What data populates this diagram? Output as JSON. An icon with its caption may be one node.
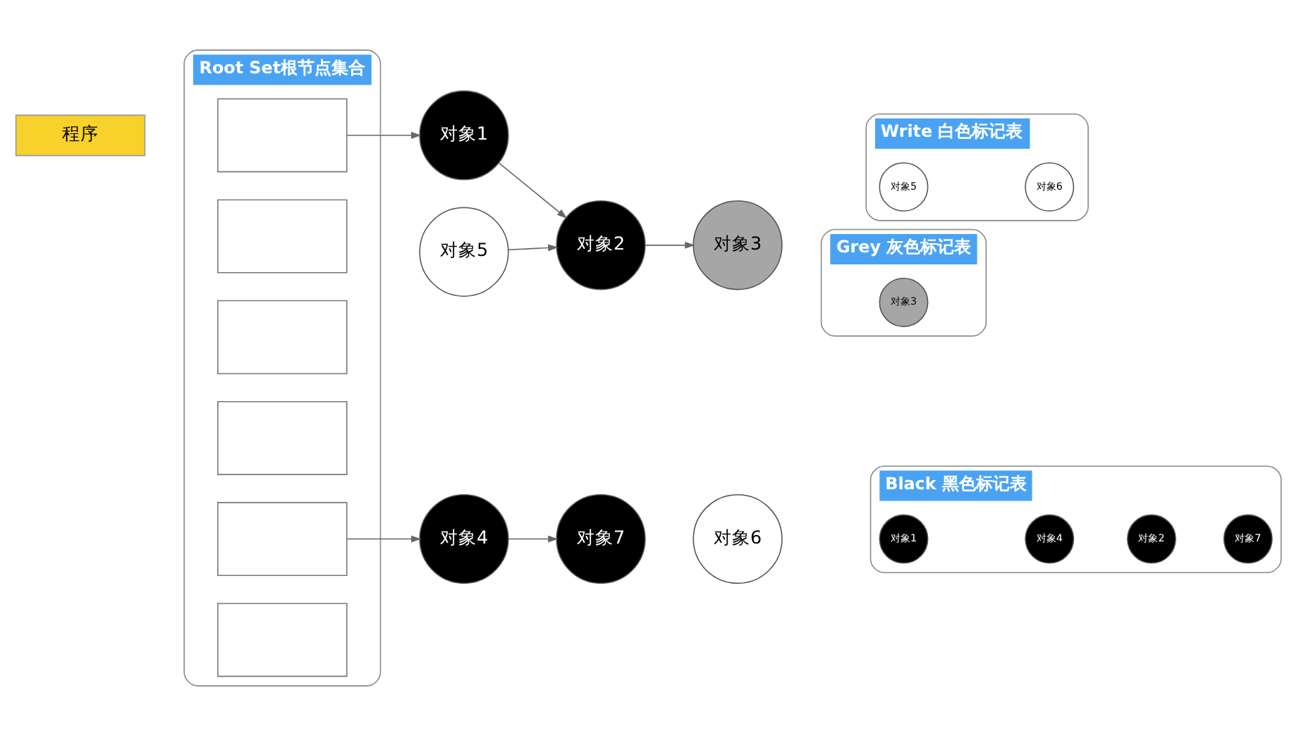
{
  "diagram": {
    "nodes": [
      {
        "text": [
          "程序"
        ]
      },
      {
        "text": [
          "Root Set根节点集合"
        ]
      },
      {
        "text": [],
        "shape": "box",
        "in": 1
      },
      {
        "text": [],
        "shape": "box",
        "in": 1
      },
      {
        "text": [],
        "shape": "box",
        "in": 1
      },
      {
        "text": [],
        "shape": "box",
        "in": 1
      },
      {
        "text": [],
        "shape": "box",
        "in": 1
      },
      {
        "text": [],
        "shape": "box",
        "in": 1
      },
      {
        "text": [
          "对象1"
        ]
      },
      {
        "text": [
          "对象2"
        ]
      },
      {
        "text": [
          "对象3"
        ]
      },
      {
        "text": [
          "对象5"
        ]
      },
      {
        "text": [
          "对象4"
        ]
      },
      {
        "text": [
          "对象7"
        ]
      },
      {
        "text": [
          "对象6"
        ]
      },
      {
        "text": [
          "Write 白色标记表"
        ]
      },
      {
        "text": [
          "对象5"
        ],
        "in": 15
      },
      {
        "text": [
          "对象6"
        ],
        "in": 15
      },
      {
        "text": [
          "Grey 灰色标记表"
        ]
      },
      {
        "text": [
          "对象3"
        ],
        "in": 18
      },
      {
        "text": [
          "Black 黑色标记表"
        ]
      },
      {
        "text": [
          "对象1"
        ],
        "in": 20
      },
      {
        "text": [
          "对象4"
        ],
        "in": 20
      },
      {
        "text": [
          "对象2"
        ],
        "in": 20
      },
      {
        "text": [
          "对象7"
        ],
        "in": 20
      }
    ],
    "edges": [
      {
        "from": 2,
        "to": 8,
        "arrow": "to"
      },
      {
        "from": 8,
        "to": 9,
        "arrow": "to"
      },
      {
        "from": 9,
        "to": 10,
        "arrow": "to"
      },
      {
        "from": 11,
        "to": 9,
        "arrow": "to"
      },
      {
        "from": 6,
        "to": 12,
        "arrow": "to"
      },
      {
        "from": 12,
        "to": 13,
        "arrow": "to"
      }
    ]
  }
}
